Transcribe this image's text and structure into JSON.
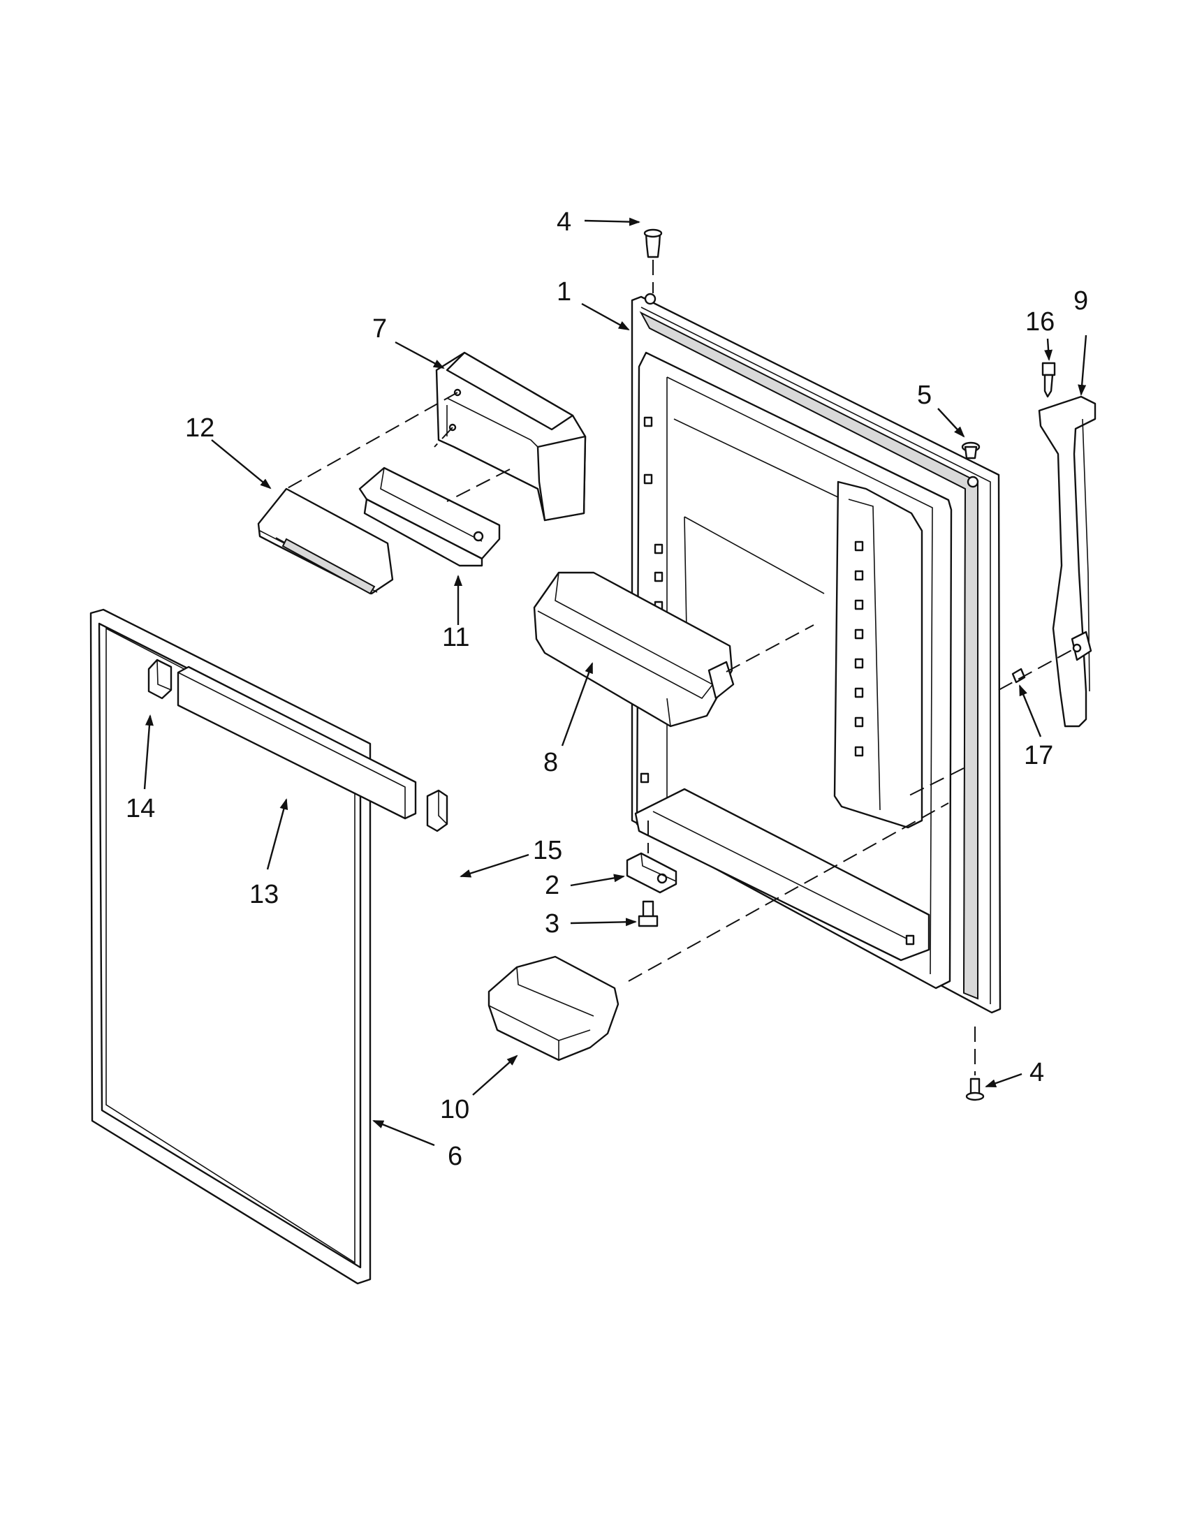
{
  "diagram": {
    "type": "exploded-parts-diagram",
    "callouts": {
      "door_outer_top_hinge_pin": "4",
      "door_assembly": "1",
      "dairy_door_housing": "7",
      "dairy_door_cover": "12",
      "dairy_bin": "11",
      "door_shelf_bin_large": "8",
      "gasket": "6",
      "trim_end_cap_left": "14",
      "trim_bar": "13",
      "trim_end_cap_right": "15",
      "hinge_bracket": "2",
      "hinge_screw": "3",
      "door_shelf_bin_small": "10",
      "bottom_hinge_pin": "4",
      "door_stop_plug": "5",
      "handle_screw": "16",
      "handle": "9",
      "handle_mount_screw": "17"
    }
  }
}
